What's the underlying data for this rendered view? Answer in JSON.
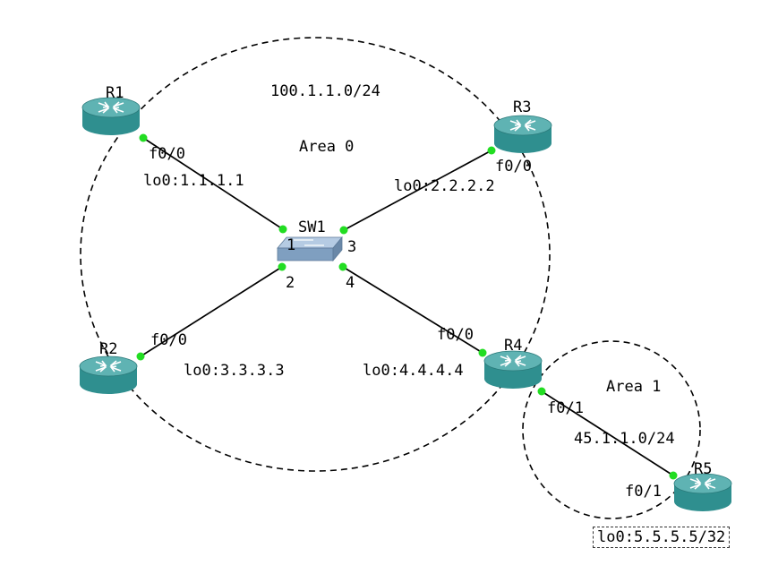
{
  "diagram": {
    "areas": [
      {
        "id": "area0",
        "label": "Area 0",
        "subnet": "100.1.1.0/24"
      },
      {
        "id": "area1",
        "label": "Area 1",
        "subnet": "45.1.1.0/24"
      }
    ],
    "devices": [
      {
        "id": "R1",
        "label": "R1",
        "type": "router"
      },
      {
        "id": "R2",
        "label": "R2",
        "type": "router"
      },
      {
        "id": "R3",
        "label": "R3",
        "type": "router"
      },
      {
        "id": "R4",
        "label": "R4",
        "type": "router"
      },
      {
        "id": "R5",
        "label": "R5",
        "type": "router"
      },
      {
        "id": "SW1",
        "label": "SW1",
        "type": "switch"
      }
    ],
    "links": [
      {
        "from": "R1",
        "from_port": "f0/0",
        "to": "SW1",
        "to_port": "1"
      },
      {
        "from": "R2",
        "from_port": "f0/0",
        "to": "SW1",
        "to_port": "2"
      },
      {
        "from": "R3",
        "from_port": "f0/0",
        "to": "SW1",
        "to_port": "3"
      },
      {
        "from": "R4",
        "from_port": "f0/0",
        "to": "SW1",
        "to_port": "4"
      },
      {
        "from": "R4",
        "from_port": "f0/1",
        "to": "R5",
        "to_port": "f0/1"
      }
    ],
    "loopbacks": {
      "R1": "lo0:1.1.1.1",
      "R3": "lo0:2.2.2.2",
      "R2": "lo0:3.3.3.3",
      "R4": "lo0:4.4.4.4",
      "R5": "lo0:5.5.5.5/32"
    },
    "colors": {
      "router_body": "#2f8f8f",
      "router_top": "#5fb3b3",
      "switch_body": "#7f9fc0",
      "switch_top": "#b5cbe3",
      "link": "#000000",
      "port_dot": "#22dd22",
      "area_border": "#000000"
    }
  }
}
